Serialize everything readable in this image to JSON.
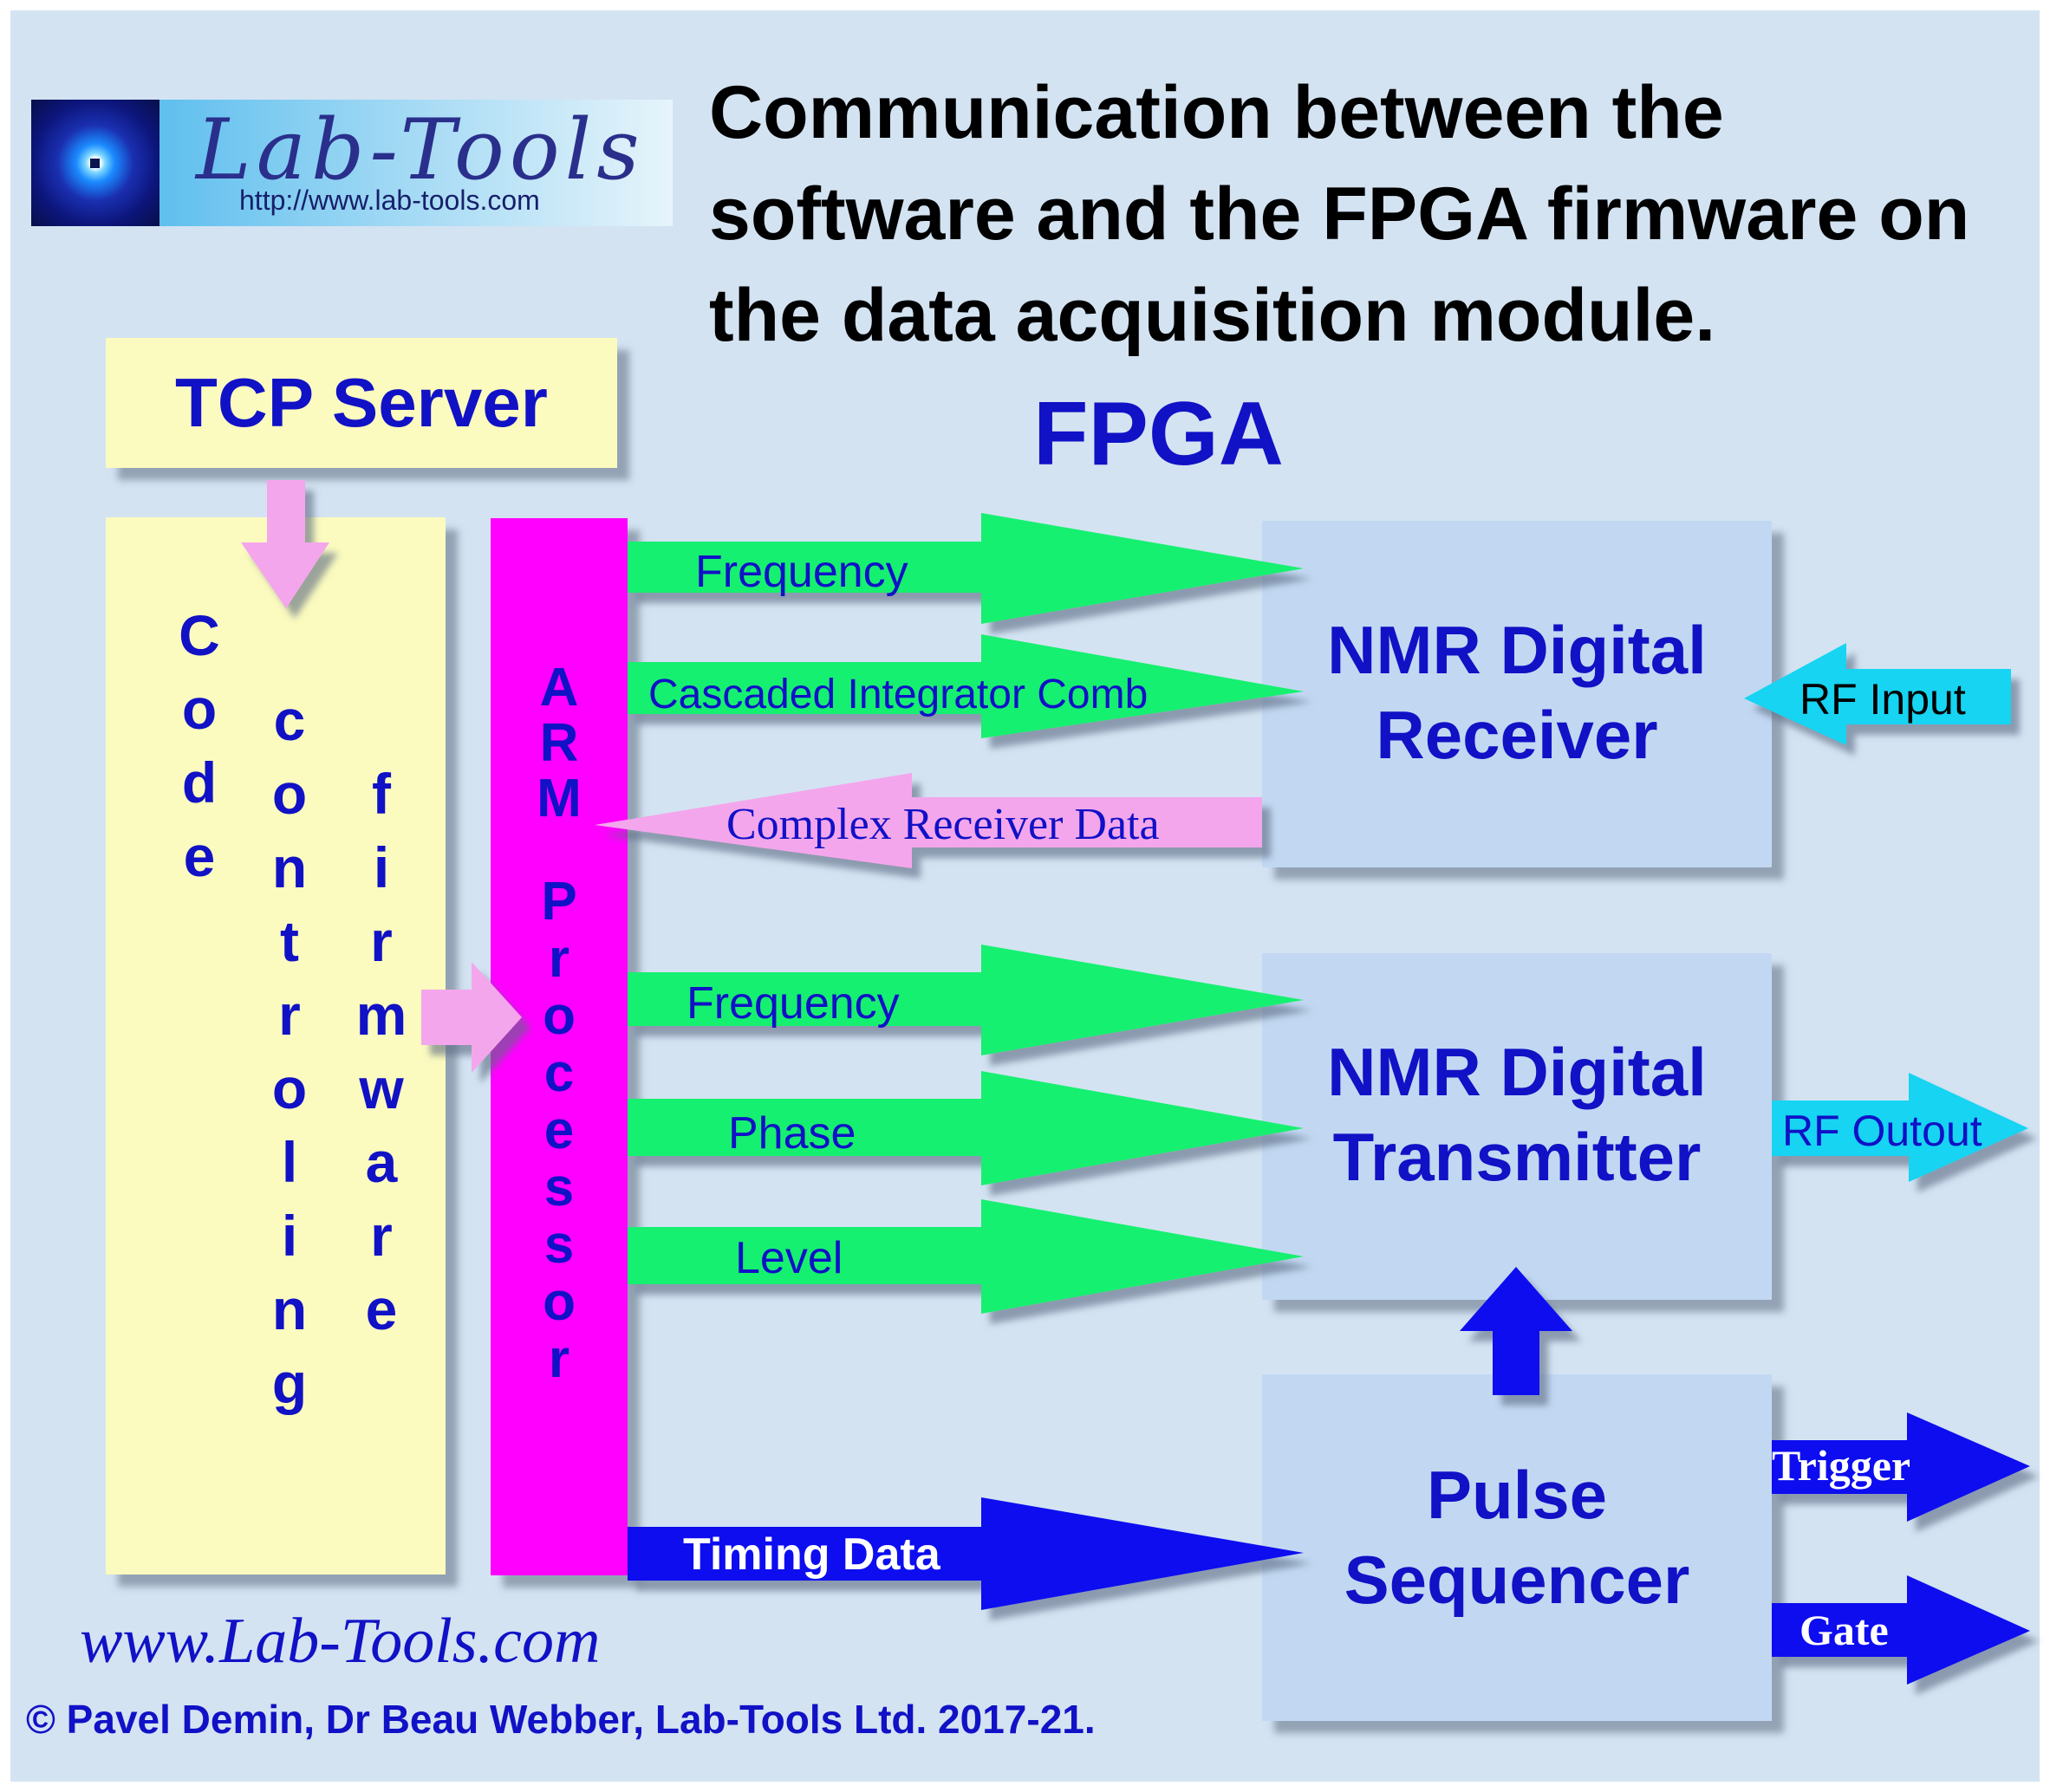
{
  "logo": {
    "name": "Lab-Tools",
    "url": "http://www.lab-tools.com"
  },
  "title": "Communication between the software and the FPGA firmware on the data acquisition module.",
  "fpga_label": "FPGA",
  "tcp_server": "TCP Server",
  "code_box": {
    "col1": "Code",
    "col2": "controling",
    "col3": "firmware"
  },
  "arm_processor": {
    "line1": "ARM",
    "line2": "Processor"
  },
  "arrows": {
    "rx_frequency": "Frequency",
    "rx_cic": "Cascaded Integrator Comb",
    "complex_data": "Complex Receiver Data",
    "rf_input": "RF Input",
    "tx_frequency": "Frequency",
    "tx_phase": "Phase",
    "tx_level": "Level",
    "rf_output": "RF Outout",
    "timing_data": "Timing Data",
    "trigger": "Trigger",
    "gate": "Gate"
  },
  "blocks": {
    "receiver": {
      "line1": "NMR Digital",
      "line2": "Receiver"
    },
    "transmitter": {
      "line1": "NMR Digital",
      "line2": "Transmitter"
    },
    "sequencer": {
      "line1": "Pulse",
      "line2": "Sequencer"
    }
  },
  "footer": {
    "url": "www.Lab-Tools.com",
    "copyright": "© Pavel Demin, Dr Beau Webber, Lab-Tools Ltd. 2017-21."
  },
  "colors": {
    "background": "#d3e3f2",
    "block": "#c2d8f2",
    "yellow_box": "#fbfbbf",
    "arm": "#ff00ff",
    "green_arrow": "#18f070",
    "pink_arrow": "#f4a6ec",
    "cyan_arrow": "#13d4f2",
    "blue_arrow": "#0c0ff0",
    "text_blue": "#1111c6"
  }
}
